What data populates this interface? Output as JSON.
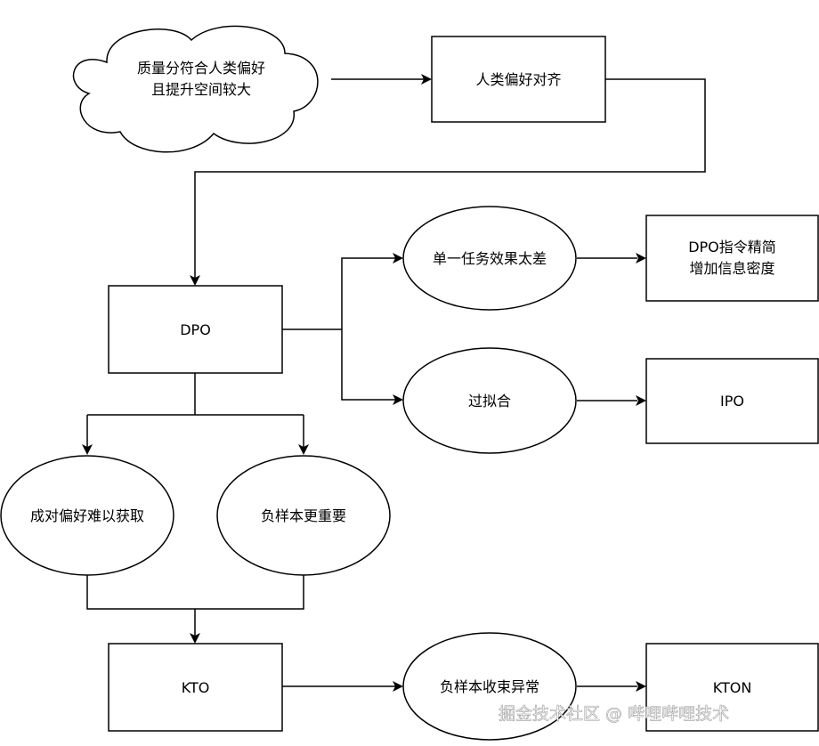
{
  "nodes": {
    "cloud": {
      "line1": "质量分符合人类偏好",
      "line2": "且提升空间较大"
    },
    "align": "人类偏好对齐",
    "dpo": "DPO",
    "single_task": "单一任务效果太差",
    "dpo_refine": {
      "line1": "DPO指令精简",
      "line2": "增加信息密度"
    },
    "overfit": "过拟合",
    "ipo": "IPO",
    "pairs": "成对偏好难以获取",
    "neg": "负样本更重要",
    "kto": "KTO",
    "neg_conv": "负样本收束异常",
    "kton": "KTON"
  },
  "watermark": "掘金技术社区 @ 哔哩哔哩技术"
}
